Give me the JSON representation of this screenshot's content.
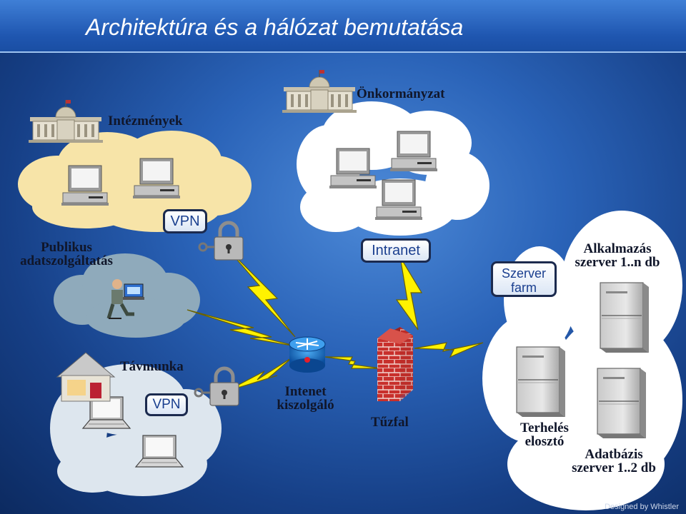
{
  "slide": {
    "title": "Architektúra és a hálózat bemutatása",
    "credit": "Designed by Whistler"
  },
  "labels": {
    "intezmenyek": "Intézmények",
    "onkormanyzat": "Önkormányzat",
    "publikus_line1": "Publikus",
    "publikus_line2": "adatszolgáltatás",
    "tavmunka": "Távmunka",
    "intenet_line1": "Intenet",
    "intenet_line2": "kiszolgáló",
    "tuzfal": "Tűzfal",
    "alkalmazas_line1": "Alkalmazás",
    "alkalmazas_line2": "szerver 1..n db",
    "terheles_line1": "Terhelés",
    "terheles_line2": "elosztó",
    "adatbazis_line1": "Adatbázis",
    "adatbazis_line2": "szerver 1..2 db"
  },
  "badges": {
    "vpn_top": "VPN",
    "vpn_bottom": "VPN",
    "intranet": "Intranet",
    "szerver_line1": "Szerver",
    "szerver_line2": "farm"
  },
  "colors": {
    "cloud_yellow": "#f7e4a8",
    "cloud_white": "#ffffff",
    "cloud_grey": "#8faabb",
    "cloud_light": "#dde6ee",
    "lightning": "#fff200",
    "firewall": "#c8302c"
  },
  "icons": [
    "building-icon",
    "computer-icon",
    "laptop-icon",
    "padlock-icon",
    "router-icon",
    "firewall-icon",
    "server-icon",
    "house-icon",
    "operator-icon"
  ]
}
